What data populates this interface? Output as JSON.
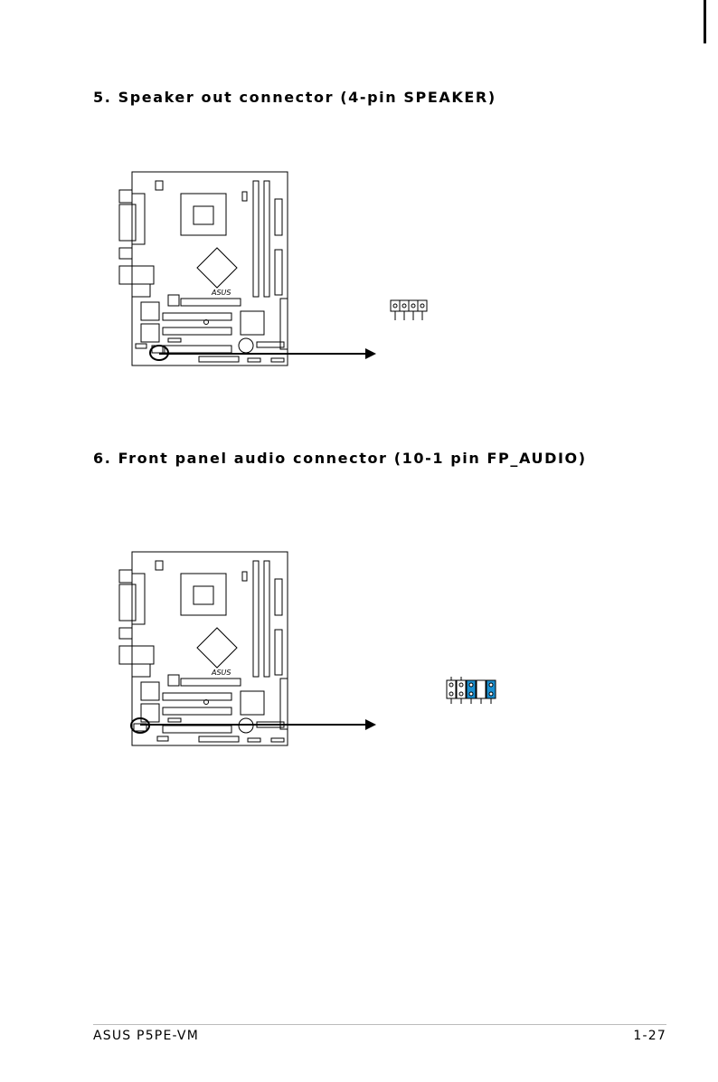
{
  "sections": [
    {
      "heading": "5.   Speaker out connector (4-pin SPEAKER)"
    },
    {
      "heading": "6.   Front panel audio connector (10-1 pin FP_AUDIO)"
    }
  ],
  "board_logo": "ASUS",
  "footer": {
    "left": "ASUS P5PE-VM",
    "right": "1-27"
  },
  "colors": {
    "ink": "#000000",
    "pin_highlight": "#1a8fd0"
  }
}
